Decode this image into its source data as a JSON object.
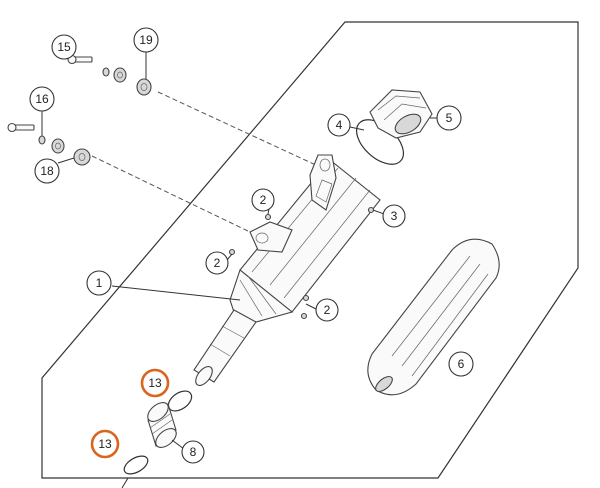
{
  "colors": {
    "line": "#333333",
    "highlight": "#d9651f",
    "background": "#ffffff"
  },
  "callouts": [
    {
      "id": "c1",
      "label": "1",
      "highlight": false
    },
    {
      "id": "c2a",
      "label": "2",
      "highlight": false
    },
    {
      "id": "c2b",
      "label": "2",
      "highlight": false
    },
    {
      "id": "c2c",
      "label": "2",
      "highlight": false
    },
    {
      "id": "c3",
      "label": "3",
      "highlight": false
    },
    {
      "id": "c4",
      "label": "4",
      "highlight": false
    },
    {
      "id": "c5",
      "label": "5",
      "highlight": false
    },
    {
      "id": "c6",
      "label": "6",
      "highlight": false
    },
    {
      "id": "c8",
      "label": "8",
      "highlight": false
    },
    {
      "id": "c13a",
      "label": "13",
      "highlight": true
    },
    {
      "id": "c13b",
      "label": "13",
      "highlight": true
    },
    {
      "id": "c15",
      "label": "15",
      "highlight": false
    },
    {
      "id": "c16",
      "label": "16",
      "highlight": false
    },
    {
      "id": "c18",
      "label": "18",
      "highlight": false
    },
    {
      "id": "c19",
      "label": "19",
      "highlight": false
    }
  ]
}
